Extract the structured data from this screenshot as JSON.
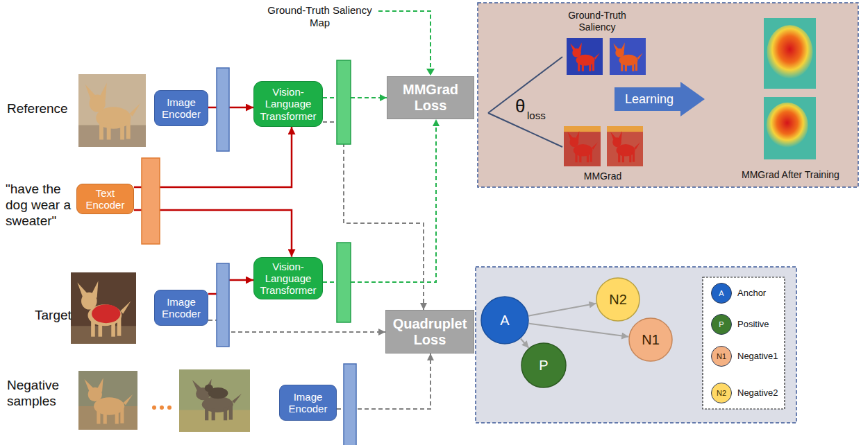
{
  "diagram": {
    "nodes": [
      {
        "text": [
          "Image Encoder"
        ]
      },
      {
        "text": [
          "Vision-Language Transformer"
        ]
      },
      {
        "text": [
          "MMGrad Loss"
        ]
      },
      {
        "text": [
          "Learning"
        ]
      },
      {
        "text": [
          "Text Encoder"
        ]
      },
      {
        "text": [
          "Vision-Language Transformer"
        ]
      },
      {
        "text": [
          "Image Encoder"
        ]
      },
      {
        "text": [
          "Quadruplet Loss"
        ]
      },
      {
        "text": [
          "A"
        ]
      },
      {
        "text": [
          "N2"
        ]
      },
      {
        "text": [
          "N1"
        ]
      },
      {
        "text": [
          "P"
        ]
      },
      {
        "text": [
          "Image Encoder"
        ]
      }
    ],
    "edges": [
      {
        "from": 0,
        "to": 1,
        "arrow": "to"
      },
      {
        "from": 4,
        "to": 1,
        "arrow": "to"
      },
      {
        "from": 4,
        "to": 5,
        "arrow": "to"
      },
      {
        "from": 6,
        "to": 5,
        "arrow": "to"
      },
      {
        "from": 1,
        "to": 2,
        "arrow": "to"
      },
      {
        "from": 5,
        "to": 2,
        "arrow": "to"
      },
      {
        "from": 1,
        "to": 7,
        "arrow": "to"
      },
      {
        "from": 6,
        "to": 7,
        "arrow": "to"
      },
      {
        "from": 12,
        "to": 7,
        "arrow": "to"
      },
      {
        "from": 8,
        "to": 9,
        "arrow": "to"
      },
      {
        "from": 8,
        "to": 10,
        "arrow": "to"
      },
      {
        "from": 8,
        "to": 11,
        "arrow": "to"
      }
    ],
    "labels": [
      "Ground-Truth Saliency Map",
      "Reference",
      "\"have the dog wear a sweater\"",
      "Target",
      "Negative samples",
      "Ground-Truth Saliency",
      "θ",
      "loss",
      "MMGrad",
      "MMGrad After Training",
      "A",
      "P",
      "N1",
      "N2"
    ],
    "legend": [
      {
        "text": "Anchor",
        "color": "#1f63c5"
      },
      {
        "text": "Positive",
        "color": "#3e7c2f"
      },
      {
        "text": "Negative1",
        "color": "#f4b183"
      },
      {
        "text": "Negative2",
        "color": "#ffd966"
      }
    ]
  }
}
